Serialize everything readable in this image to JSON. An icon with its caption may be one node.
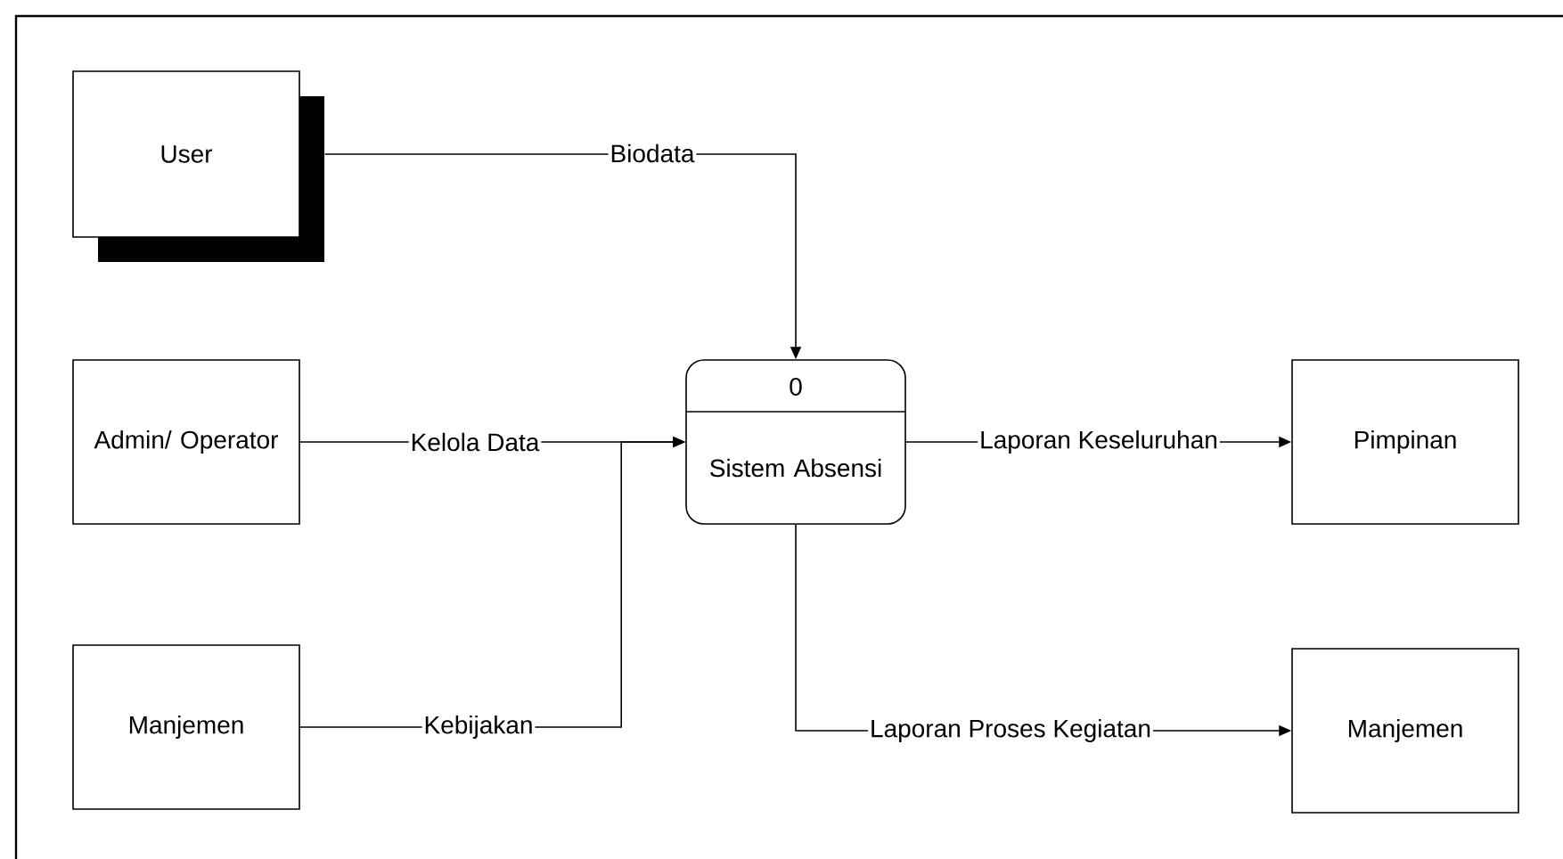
{
  "diagram": {
    "nodes": [
      {
        "text": [
          "User"
        ]
      },
      {
        "text": [
          "Admin/ Operator"
        ]
      },
      {
        "text": [
          "0",
          "Sistem Absensi"
        ]
      },
      {
        "text": [
          "Pimpinan"
        ]
      },
      {
        "text": [
          "Manjemen"
        ]
      },
      {
        "text": [
          "Manjemen"
        ]
      }
    ],
    "edges": [
      {
        "from": 0,
        "to": 2,
        "arrow": "to",
        "label": "Biodata"
      },
      {
        "from": 1,
        "to": 2,
        "arrow": "to",
        "label": "Kelola Data"
      },
      {
        "from": 4,
        "to": 2,
        "arrow": "to",
        "label": "Kebijakan"
      },
      {
        "from": 2,
        "to": 3,
        "arrow": "to",
        "label": "Laporan Keseluruhan"
      },
      {
        "from": 2,
        "to": 5,
        "arrow": "to",
        "label": "Laporan Proses Kegiatan"
      }
    ]
  }
}
